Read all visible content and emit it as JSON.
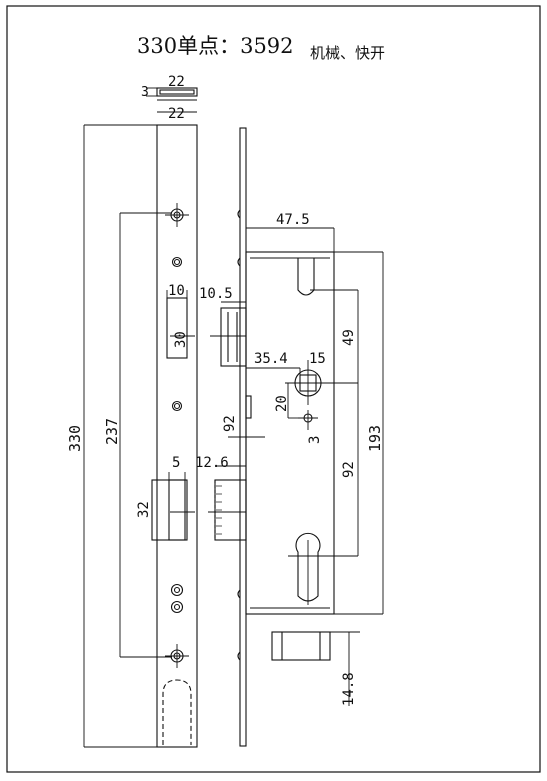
{
  "title": {
    "main": "330单点：3592",
    "sub": "机械、快开"
  },
  "dimensions": {
    "top_small_height": "3",
    "top_width_a": "22",
    "top_width_b": "22",
    "total_length": "330",
    "mount_span": "237",
    "latch_width": "10",
    "latch_height": "30",
    "latch_offset": "10.5",
    "case_depth": "47.5",
    "handle_to_latch": "49",
    "backset": "35.4",
    "spindle_square": "15",
    "small_hole_offset": "20",
    "small_hole_dia": "3",
    "center_distance_a": "92",
    "center_distance_b": "92",
    "case_height": "193",
    "bolt_width": "5",
    "bolt_offset": "12.6",
    "bolt_height": "32",
    "bolt_throw": "14.8"
  },
  "colors": {
    "line": "#111111",
    "background": "#ffffff"
  }
}
